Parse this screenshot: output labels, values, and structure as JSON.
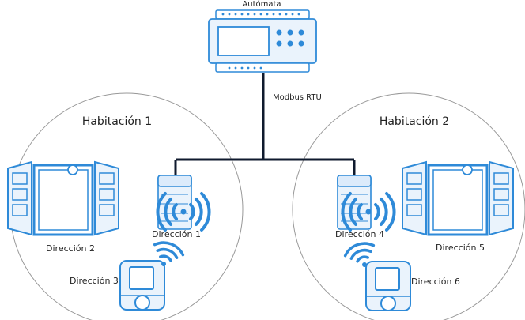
{
  "diagram": {
    "plc_label": "Autómata",
    "bus_label": "Modbus RTU",
    "rooms": [
      {
        "title": "Habitación 1"
      },
      {
        "title": "Habitación 2"
      }
    ],
    "devices": [
      {
        "label": "Dirección 1"
      },
      {
        "label": "Dirección 2"
      },
      {
        "label": "Dirección 3"
      },
      {
        "label": "Dirección 4"
      },
      {
        "label": "Dirección 5"
      },
      {
        "label": "Dirección 6"
      }
    ],
    "colors": {
      "device_blue": "#2e8ad8",
      "device_fill": "#eaf3fc",
      "bus_line": "#0f1a2e",
      "circle": "#999999"
    }
  }
}
